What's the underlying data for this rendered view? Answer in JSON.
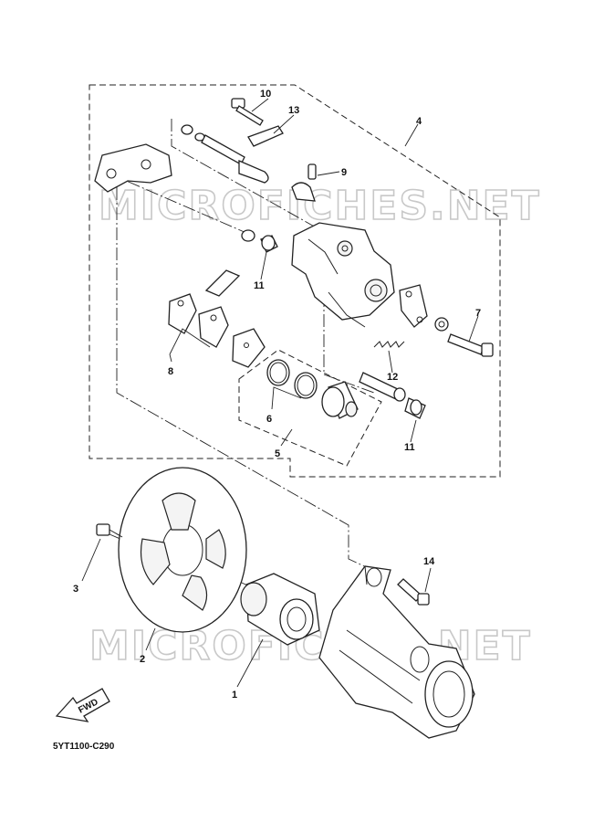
{
  "diagram": {
    "drawing_code": "5YT1100-C290",
    "watermark_top": "MICROFICHES.NET",
    "watermark_bottom": "MICROFICHES.NET",
    "fwd_label": "FWD",
    "callouts": {
      "c1": "1",
      "c2": "2",
      "c3": "3",
      "c4": "4",
      "c5": "5",
      "c6": "6",
      "c7": "7",
      "c8": "8",
      "c9": "9",
      "c10": "10",
      "c11a": "11",
      "c11b": "11",
      "c12": "12",
      "c13": "13",
      "c14": "14"
    }
  }
}
